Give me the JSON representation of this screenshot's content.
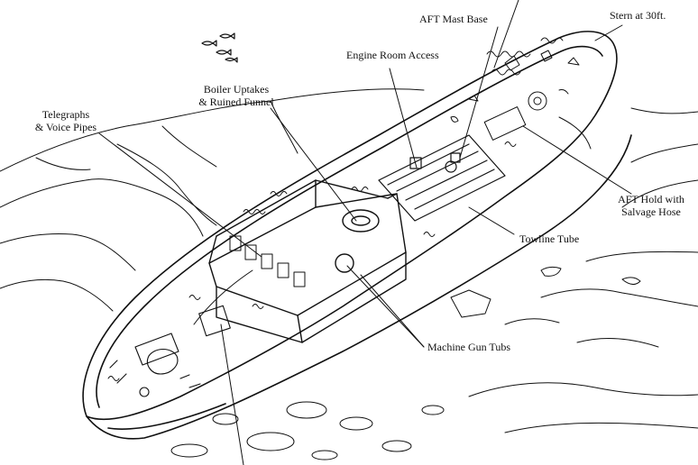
{
  "diagram": {
    "labels": {
      "aft_mast_base": "AFT Mast Base",
      "stern": "Stern at 30ft.",
      "engine_room_access": "Engine Room Access",
      "boiler_uptakes_1": "Boiler Uptakes",
      "boiler_uptakes_2": "& Ruined Funnel",
      "telegraphs_1": "Telegraphs",
      "telegraphs_2": "& Voice Pipes",
      "aft_hold_1": "AFT Hold with",
      "aft_hold_2": "Salvage Hose",
      "towline_tube": "Towline Tube",
      "machine_gun_tubs": "Machine Gun Tubs"
    }
  }
}
